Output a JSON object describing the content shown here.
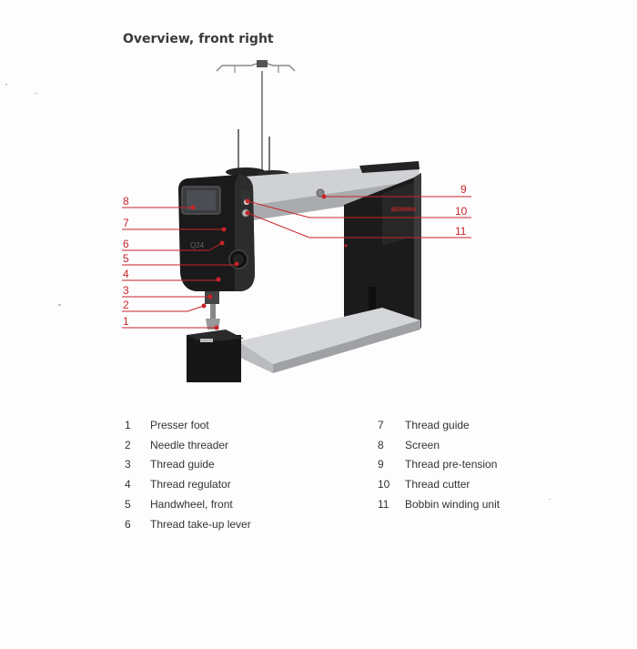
{
  "page": {
    "title": "Overview, front right"
  },
  "machine": {
    "brand_label": "BERNINA",
    "model_label": "Q 24"
  },
  "callouts": [
    "1",
    "2",
    "3",
    "4",
    "5",
    "6",
    "7",
    "8",
    "9",
    "10",
    "11"
  ],
  "legend_left": [
    {
      "num": "1",
      "label": "Presser foot"
    },
    {
      "num": "2",
      "label": "Needle threader"
    },
    {
      "num": "3",
      "label": "Thread guide"
    },
    {
      "num": "4",
      "label": "Thread regulator"
    },
    {
      "num": "5",
      "label": "Handwheel, front"
    },
    {
      "num": "6",
      "label": "Thread take-up lever"
    }
  ],
  "legend_right": [
    {
      "num": "7",
      "label": "Thread guide"
    },
    {
      "num": "8",
      "label": "Screen"
    },
    {
      "num": "9",
      "label": "Thread pre-tension"
    },
    {
      "num": "10",
      "label": "Thread cutter"
    },
    {
      "num": "11",
      "label": "Bobbin winding unit"
    }
  ],
  "colors": {
    "callout": "#c8242a",
    "machine_body": "#1c1c1c",
    "frame": "#c9cbce"
  }
}
